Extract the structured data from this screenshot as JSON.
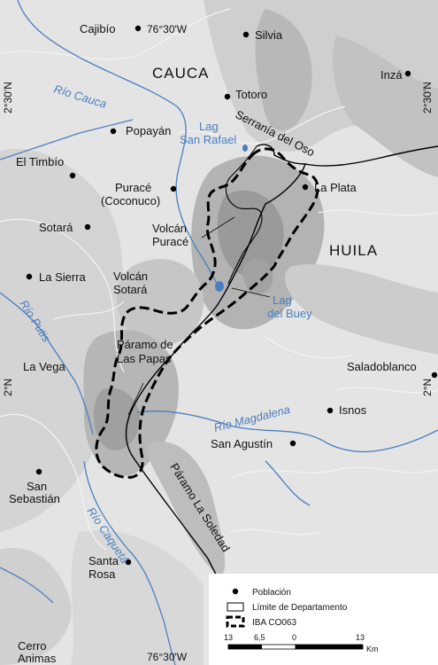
{
  "towns": {
    "cajibio": "Cajibío",
    "silvia": "Silvia",
    "inza": "Inzá",
    "totoro": "Totoro",
    "popayan": "Popayán",
    "timbio": "El Timbío",
    "purace": "Puracé",
    "coconuco": "(Coconuco)",
    "sotara": "Sotará",
    "la_plata": "La Plata",
    "la_sierra": "La Sierra",
    "la_vega": "La Vega",
    "saladoblanco": "Saladoblanco",
    "isnos": "Isnos",
    "san_agustin": "San Agustín",
    "san_sebastian_1": "San",
    "san_sebastian_2": "Sebastián",
    "santa_rosa_1": "Santa",
    "santa_rosa_2": "Rosa",
    "cerro_animas_1": "Cerro",
    "cerro_animas_2": "Animas"
  },
  "regions": {
    "cauca": "CAUCA",
    "huila": "HUILA"
  },
  "features": {
    "volcan_purace_1": "Volcán",
    "volcan_purace_2": "Puracé",
    "volcan_sotara_1": "Volcán",
    "volcan_sotara_2": "Sotará",
    "paramo_papas_1": "Páramo de",
    "paramo_papas_2": "Las Papas",
    "serrania_oso": "Serranía del Oso",
    "paramo_soledad": "Páramo La Soledad"
  },
  "water": {
    "rio_cauca": "Río Cauca",
    "rio_putis": "Río Putis",
    "rio_magdalena": "Río Magdalena",
    "rio_caqueta": "Río Caquetá",
    "lag_san_rafael_1": "Lag",
    "lag_san_rafael_2": "San Rafael",
    "lag_buey_1": "Lag",
    "lag_buey_2": "del Buey"
  },
  "coordinates": {
    "lon_top": "76°30'W",
    "lon_bottom": "76°30'W",
    "lat_2_30_left": "2°30'N",
    "lat_2_30_right": "2°30'N",
    "lat_2_left": "2°N",
    "lat_2_right": "2°N"
  },
  "legend": {
    "poblacion": "Población",
    "limite": "Límite de Departamento",
    "iba": "IBA   CO063"
  },
  "scale": {
    "t1": "13",
    "t2": "6,5",
    "t3": "0",
    "t4": "13",
    "unit": "Km"
  },
  "colors": {
    "water": "#4a7fc0",
    "iba_boundary": "#000000",
    "terrain_light": "#e4e4e4",
    "terrain_dark": "#9a9a9a"
  }
}
